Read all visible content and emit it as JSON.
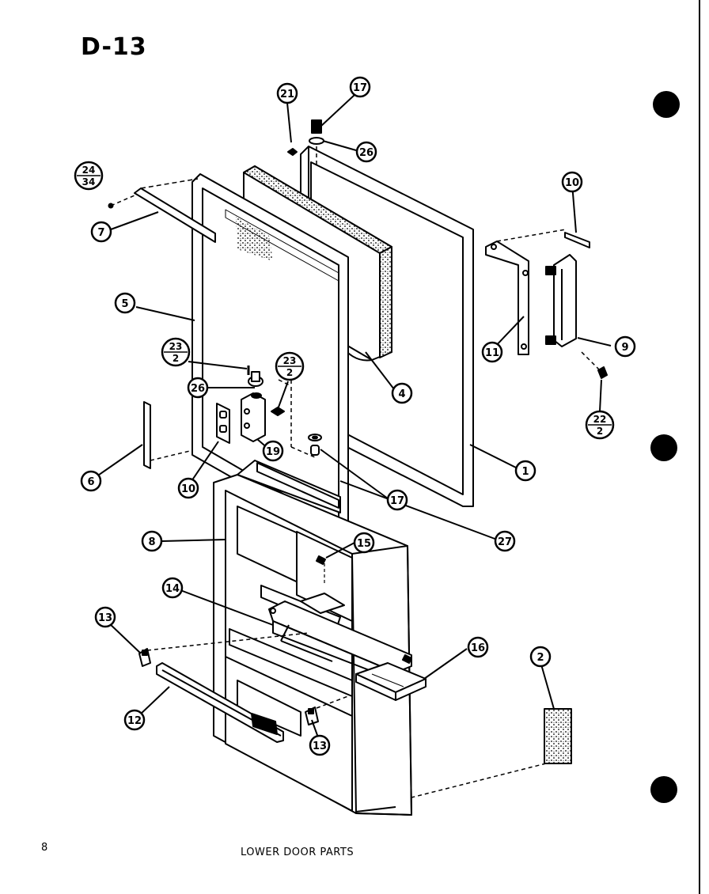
{
  "sheet": {
    "title": "D-13",
    "page_number": "8",
    "caption": "LOWER DOOR PARTS"
  },
  "callouts": {
    "c1": "1",
    "c2": "2",
    "c4": "4",
    "c5": "5",
    "c6": "6",
    "c7": "7",
    "c8": "8",
    "c9": "9",
    "c10a": "10",
    "c10b": "10",
    "c11": "11",
    "c12": "12",
    "c13a": "13",
    "c13b": "13",
    "c14": "14",
    "c15": "15",
    "c16": "16",
    "c17a": "17",
    "c17b": "17",
    "c19": "19",
    "c21": "21",
    "c26a": "26",
    "c26b": "26",
    "c27": "27"
  },
  "fraction_callouts": {
    "f24_34": {
      "top": "24",
      "bottom": "34"
    },
    "f23_2a": {
      "top": "23",
      "bottom": "2"
    },
    "f23_2b": {
      "top": "23",
      "bottom": "2"
    },
    "f22_2": {
      "top": "22",
      "bottom": "2"
    }
  }
}
